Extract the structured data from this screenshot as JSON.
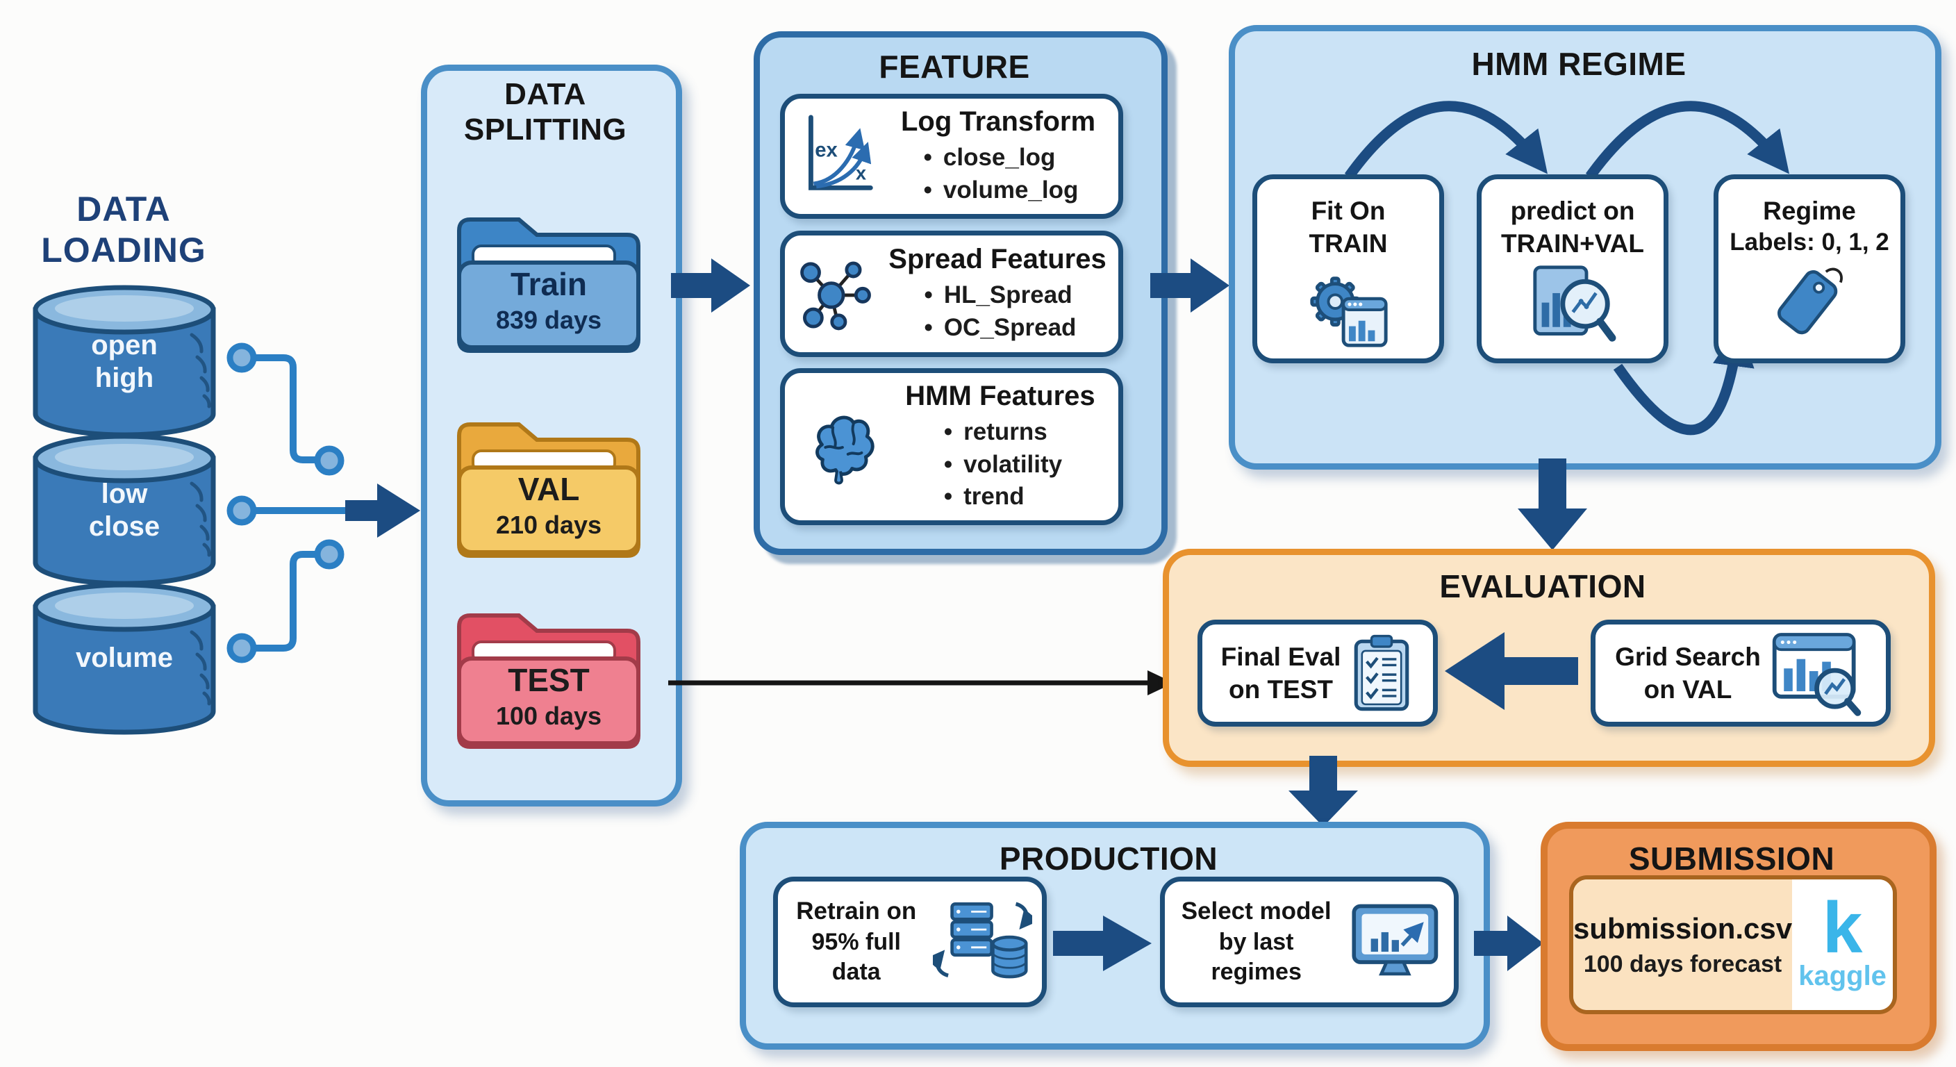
{
  "colors": {
    "navy_arrow": "#1c4c82",
    "panel_border_blue": "#4a8fc7",
    "panel_border_feature": "#2e6ca6",
    "card_border_navy": "#1d4e79",
    "circuit_blue": "#2b7fc4",
    "evaluation_border_orange": "#e8922e",
    "submission_fill_orange": "#f09a5c",
    "submission_border_orange": "#d97b2f",
    "kaggle_blue": "#3ab5e9",
    "data_loading_title_navy": "#1e4178"
  },
  "data_loading": {
    "title_lines": [
      "DATA",
      "LOADING"
    ],
    "cylinders": [
      {
        "lines": [
          "open",
          "high"
        ]
      },
      {
        "lines": [
          "low",
          "close"
        ]
      },
      {
        "lines": [
          "volume"
        ]
      }
    ]
  },
  "data_splitting": {
    "title_lines": [
      "DATA",
      "SPLITTING"
    ],
    "folders": [
      {
        "name": "Train",
        "days": "839 days",
        "color": "blue"
      },
      {
        "name": "VAL",
        "days": "210 days",
        "color": "yellow"
      },
      {
        "name": "TEST",
        "days": "100 days",
        "color": "red"
      }
    ]
  },
  "feature": {
    "title": "FEATURE",
    "cards": [
      {
        "icon": "exp-curve-icon",
        "icon_labels": [
          "ex",
          "x"
        ],
        "title": "Log Transform",
        "items": [
          "close_log",
          "volume_log"
        ]
      },
      {
        "icon": "network-icon",
        "title": "Spread Features",
        "items": [
          "HL_Spread",
          "OC_Spread"
        ]
      },
      {
        "icon": "brain-icon",
        "title": "HMM Features",
        "items": [
          "returns",
          "volatility",
          "trend"
        ]
      }
    ]
  },
  "hmm_regime": {
    "title": "HMM REGIME",
    "cards": [
      {
        "icon": "gear-window-icon",
        "line1": "Fit On",
        "line2": "TRAIN"
      },
      {
        "icon": "chart-magnifier-icon",
        "line1": "predict on",
        "line2": "TRAIN+VAL"
      },
      {
        "icon": "price-tag-icon",
        "line1": "Regime",
        "line2": "Labels: 0, 1, 2"
      }
    ]
  },
  "evaluation": {
    "title": "EVALUATION",
    "cards": [
      {
        "icon": "clipboard-checklist-icon",
        "line1": "Final Eval",
        "line2": "on TEST"
      },
      {
        "icon": "window-chart-magnifier-icon",
        "line1": "Grid Search",
        "line2": "on VAL"
      }
    ]
  },
  "production": {
    "title": "PRODUCTION",
    "cards": [
      {
        "icon": "server-database-sync-icon",
        "line1": "Retrain on",
        "line2": "95% full data"
      },
      {
        "icon": "monitor-chart-icon",
        "line1": "Select model",
        "line2": "by last regimes"
      }
    ]
  },
  "submission": {
    "title": "SUBMISSION",
    "file_name": "submission.csv",
    "description": "100 days forecast",
    "brand_letter": "k",
    "brand_name": "kaggle"
  }
}
